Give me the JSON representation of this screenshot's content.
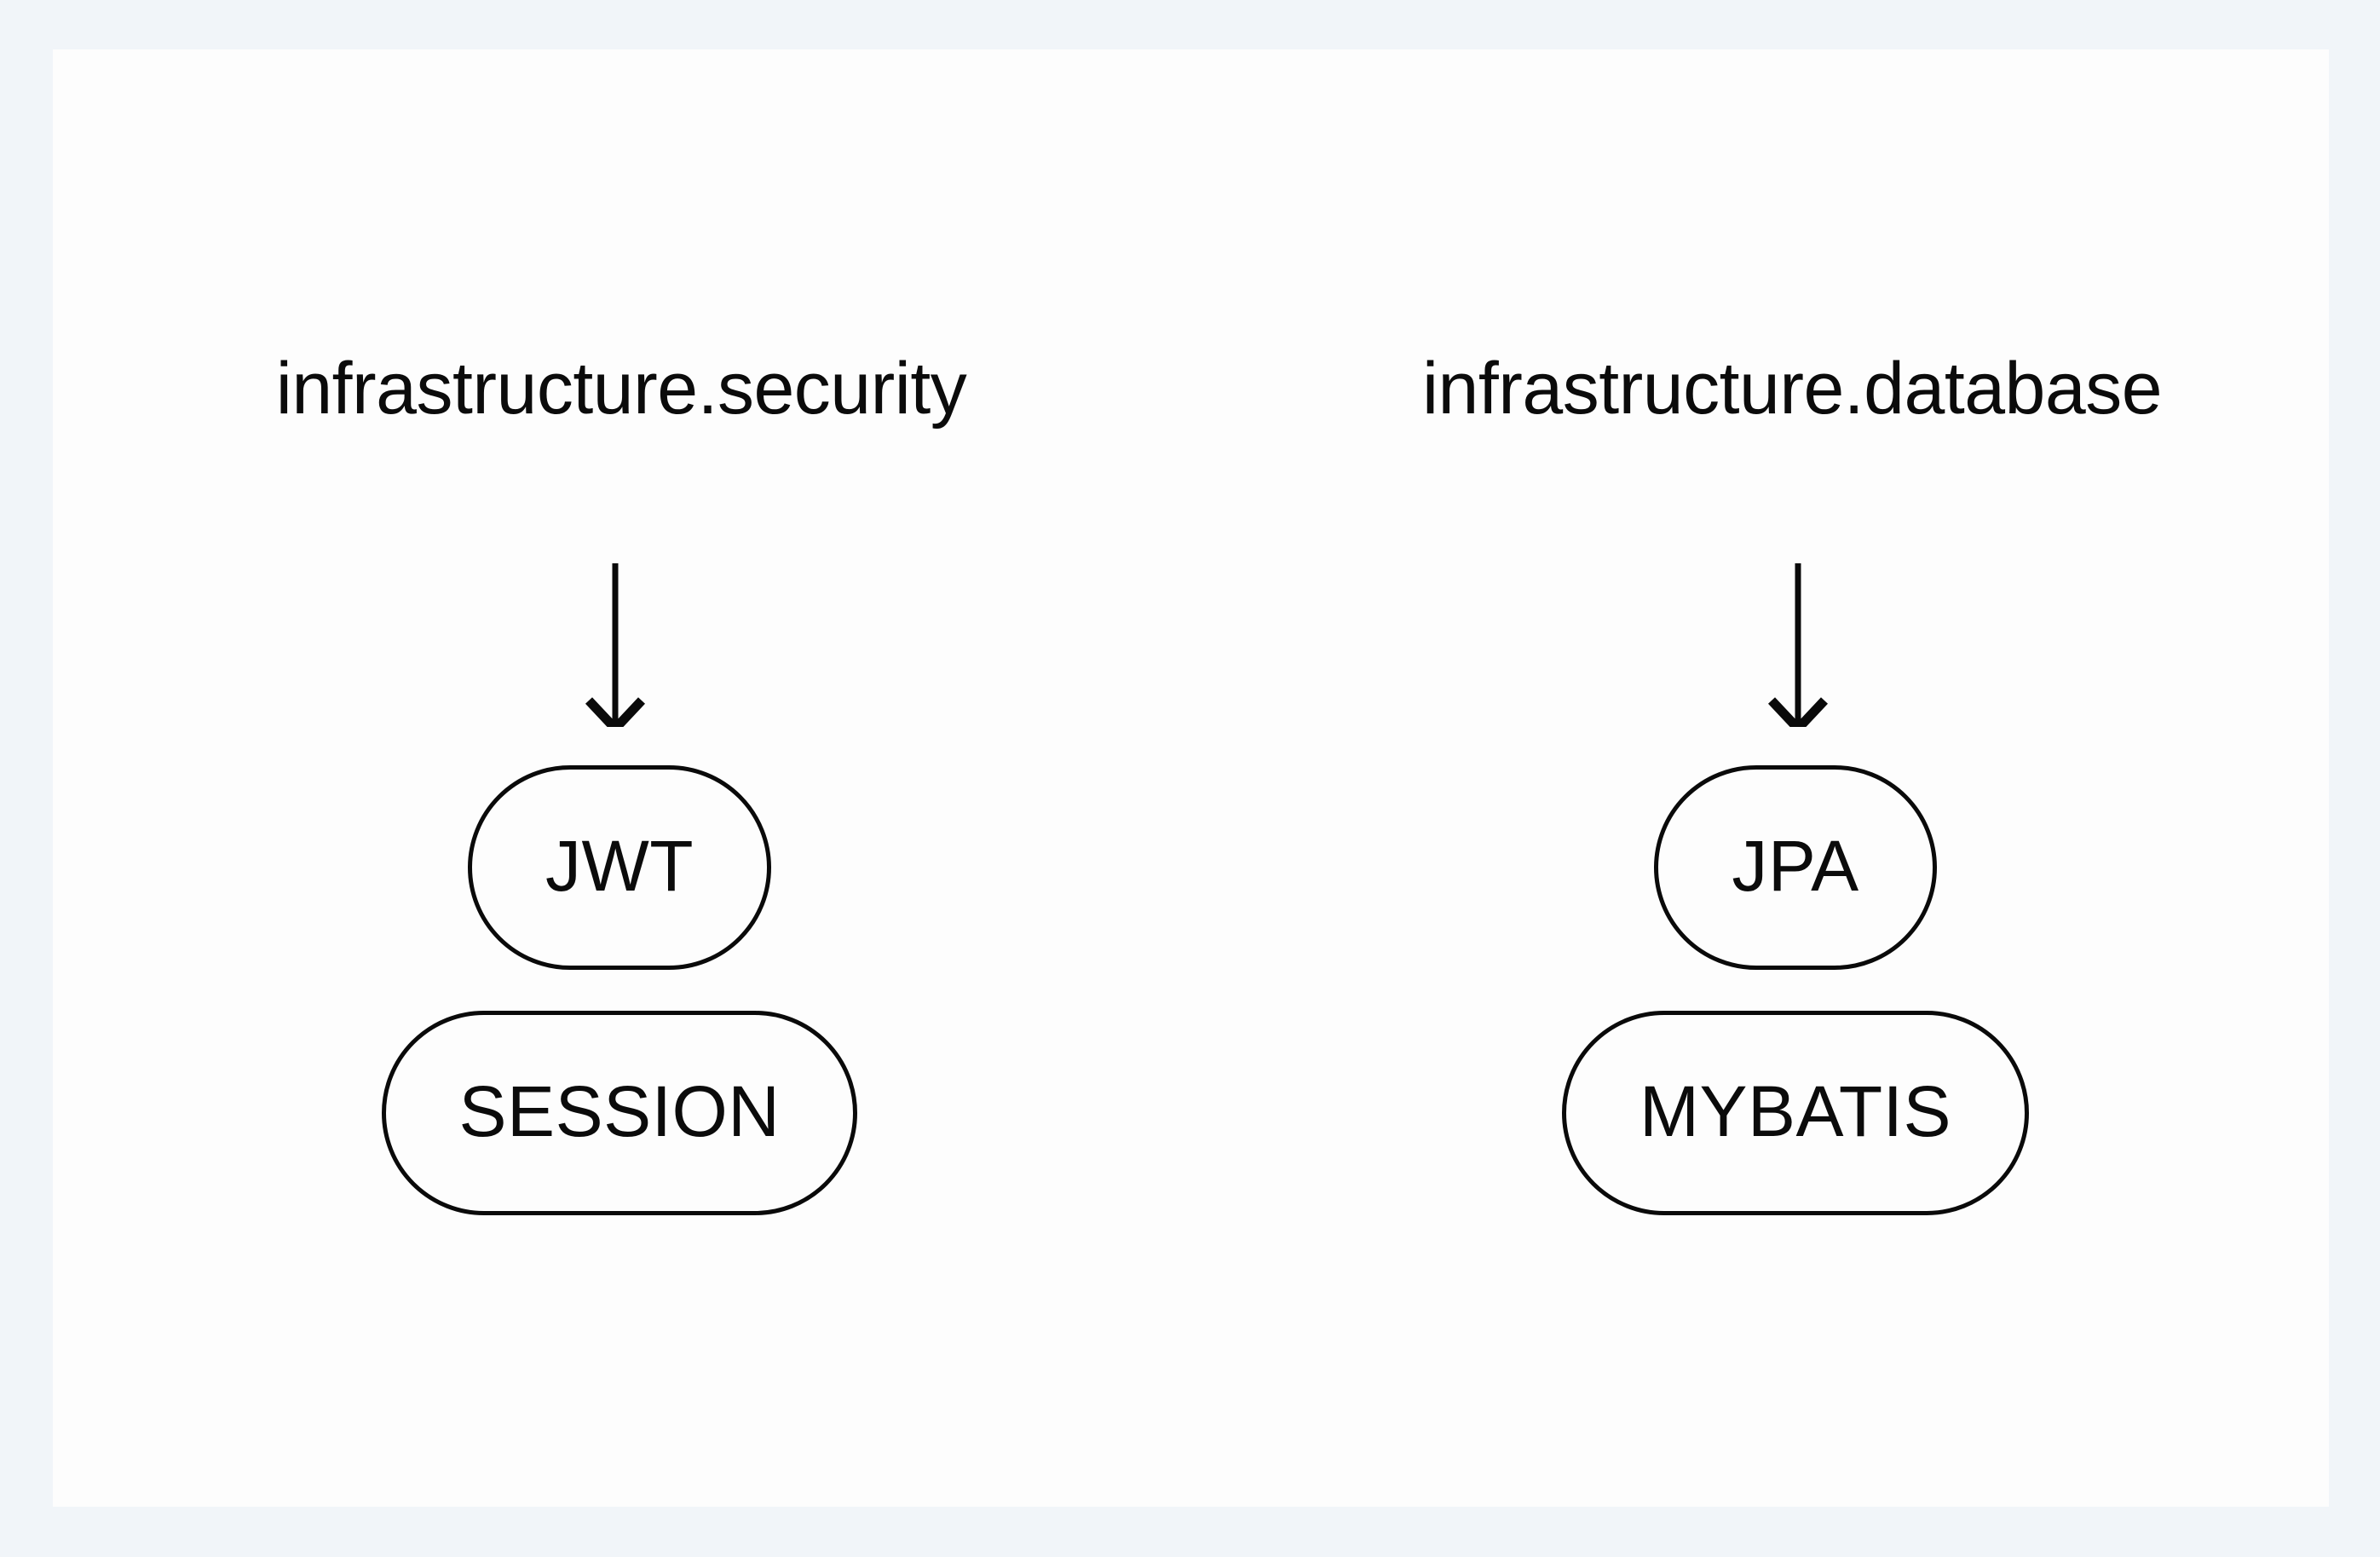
{
  "canvas": {
    "background_color": "#f1f5f9",
    "surface_color": "#fdfdfd",
    "stroke_color": "#0a0a0a",
    "text_color": "#0b0b0b"
  },
  "diagram": {
    "type": "flowchart",
    "orientation": "top-down",
    "groups": [
      {
        "id": "security",
        "label": "infrastructure.security",
        "edge_icon": "down-arrow-icon",
        "nodes": [
          {
            "id": "jwt",
            "label": "JWT",
            "shape": "stadium"
          },
          {
            "id": "session",
            "label": "SESSION",
            "shape": "stadium"
          }
        ]
      },
      {
        "id": "database",
        "label": "infrastructure.database",
        "edge_icon": "down-arrow-icon",
        "nodes": [
          {
            "id": "jpa",
            "label": "JPA",
            "shape": "stadium"
          },
          {
            "id": "mybatis",
            "label": "MYBATIS",
            "shape": "stadium"
          }
        ]
      }
    ]
  }
}
